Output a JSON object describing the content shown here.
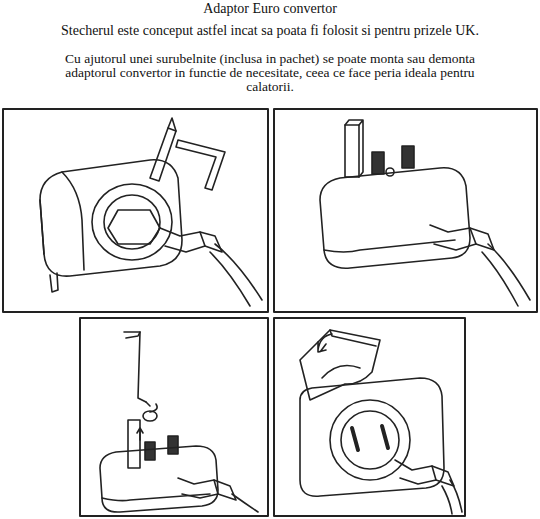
{
  "diagram": {
    "title": "Adaptor Euro convertor",
    "labels": [
      "Stecherul este conceput astfel incat sa poata fi folosit si pentru prizele UK.",
      "Cu ajutorul unei surubelnite (inclusa in pachet) se poate monta sau demonta adaptorul convertor in functie de necesitate, ceea ce face peria ideala pentru calatorii."
    ]
  }
}
